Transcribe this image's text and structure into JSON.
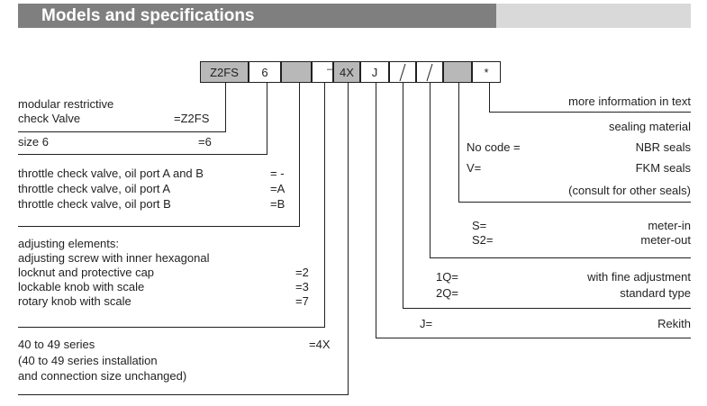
{
  "header": {
    "title": "Models and specifications"
  },
  "code": {
    "boxes": [
      "Z2FS",
      "6",
      "",
      "",
      "4X",
      "J",
      "",
      "",
      "",
      "*"
    ],
    "dash": "–"
  },
  "left": {
    "modular_1": "modular restrictive",
    "modular_2": "check Valve",
    "modular_code": "=Z2FS",
    "size": "size 6",
    "size_code": "=6",
    "throttle_ab": "throttle check valve, oil port A and B",
    "throttle_ab_code": "= -",
    "throttle_a": "throttle check valve, oil port A",
    "throttle_a_code": "=A",
    "throttle_b": "throttle check valve, oil port B",
    "throttle_b_code": "=B",
    "adj_title": "adjusting elements:",
    "adj_line1": "adjusting screw with inner hexagonal",
    "adj_line2": "locknut and protective cap",
    "adj_code2": "=2",
    "adj_lockable": "lockable knob with scale",
    "adj_code3": "=3",
    "adj_rotary": "rotary knob with scale",
    "adj_code7": "=7",
    "series": "40 to 49 series",
    "series_code": "=4X",
    "series_note1": "(40 to 49 series installation",
    "series_note2": "and connection size unchanged)"
  },
  "right": {
    "more_info": "more information in text",
    "sealing": "sealing material",
    "no_code": "No code =",
    "nbr": "NBR seals",
    "v_code": "V=",
    "fkm": "FKM seals",
    "consult": "(consult for other seals)",
    "s_code": "S=",
    "meter_in": "meter-in",
    "s2_code": "S2=",
    "meter_out": "meter-out",
    "q1_code": "1Q=",
    "fine_adj": "with fine adjustment",
    "q2_code": "2Q=",
    "standard": "standard type",
    "j_code": "J=",
    "rekith": "Rekith"
  }
}
